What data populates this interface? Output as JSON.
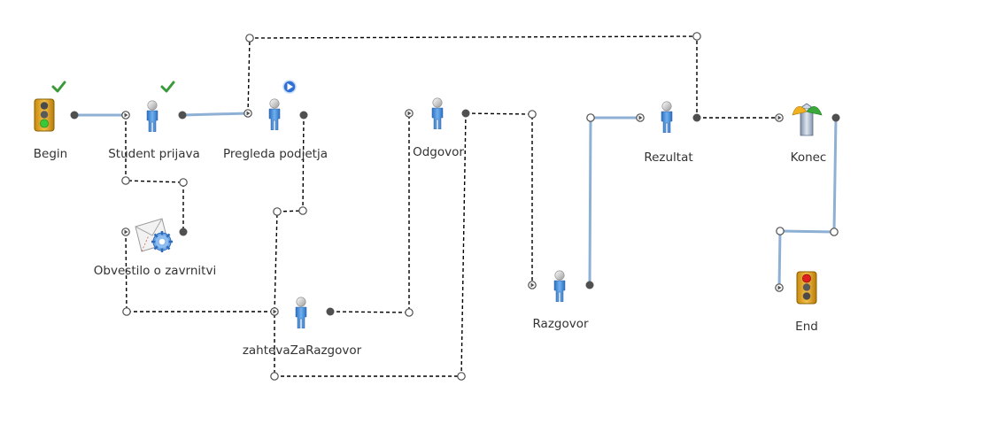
{
  "diagram": {
    "nodes": [
      {
        "id": "begin",
        "label": "Begin",
        "icon": "traffic-light-green-icon",
        "status": "completed"
      },
      {
        "id": "student_prijava",
        "label": "Student prijava",
        "icon": "user-icon",
        "status": "completed"
      },
      {
        "id": "pregleda_podjetja",
        "label": "Pregleda podjetja",
        "icon": "user-icon",
        "status": "active"
      },
      {
        "id": "obvestilo",
        "label": "Obvestilo o zavrnitvi",
        "icon": "email-gear-icon"
      },
      {
        "id": "zahteva",
        "label": "zahtevaZaRazgovor",
        "icon": "user-icon"
      },
      {
        "id": "odgovor",
        "label": "Odgovor",
        "icon": "user-icon"
      },
      {
        "id": "razgovor",
        "label": "Razgovor",
        "icon": "user-icon"
      },
      {
        "id": "rezultat",
        "label": "Rezultat",
        "icon": "user-icon"
      },
      {
        "id": "konec",
        "label": "Konec",
        "icon": "decision-split-icon"
      },
      {
        "id": "end",
        "label": "End",
        "icon": "traffic-light-red-icon"
      }
    ],
    "colors": {
      "solid_connector": "#8eb0d4",
      "dashed_connector": "#000000",
      "check": "#3a9a3a",
      "active_play": "#2f6fd6",
      "user_body": "#4a8fd8",
      "traffic_light_body": "#e0a419",
      "dot_dark": "#505050"
    }
  }
}
